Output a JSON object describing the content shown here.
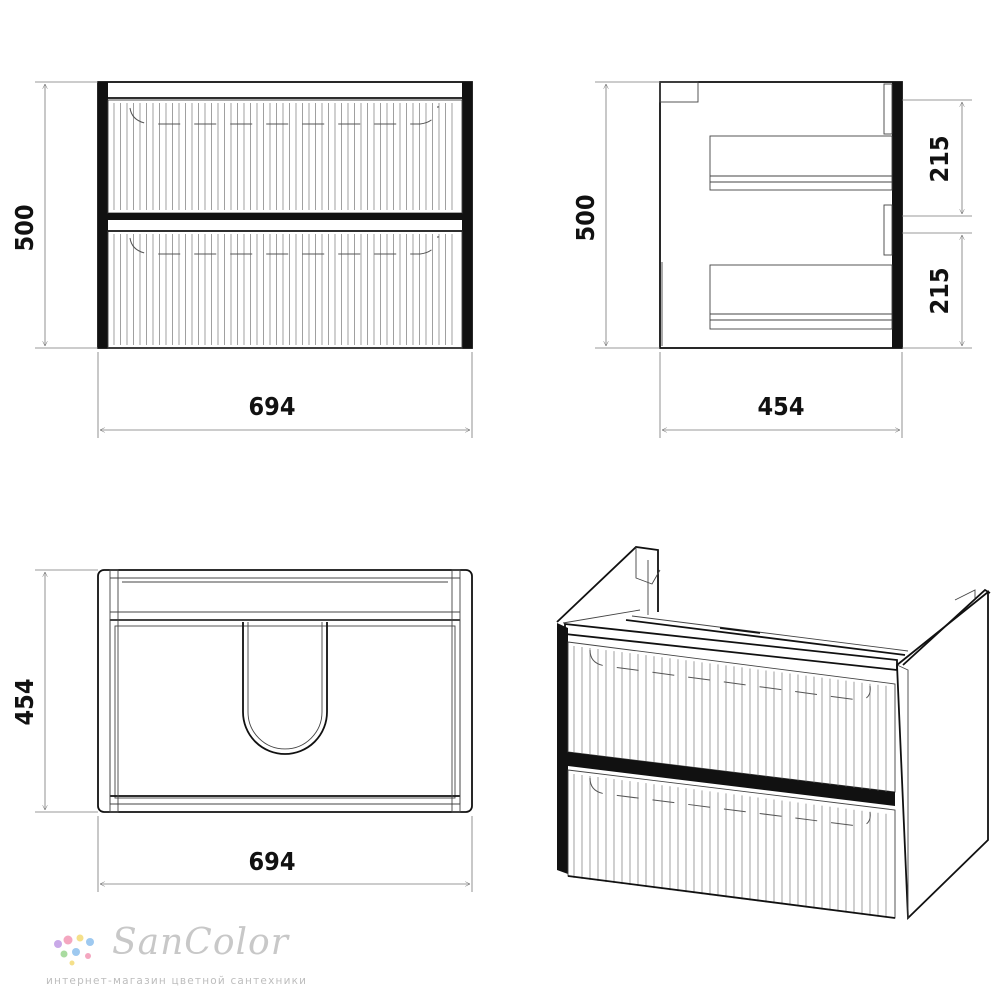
{
  "drawing": {
    "front_view": {
      "height_label": "500",
      "width_label": "694"
    },
    "side_view": {
      "height_label": "500",
      "width_label": "454",
      "upper_drawer_label": "215",
      "lower_drawer_label": "215"
    },
    "top_view": {
      "depth_label": "454",
      "width_label": "694"
    }
  },
  "watermark": {
    "brand": "SanColor",
    "tagline": "интернет-магазин цветной сантехники"
  },
  "colors": {
    "line": "#111111",
    "watermark_gray": "#c8c8c8",
    "dot_pink": "#f4a7c0",
    "dot_blue": "#9ec9f0",
    "dot_yellow": "#f5e08a",
    "dot_green": "#a9dba0",
    "dot_purple": "#c9a9e8"
  }
}
